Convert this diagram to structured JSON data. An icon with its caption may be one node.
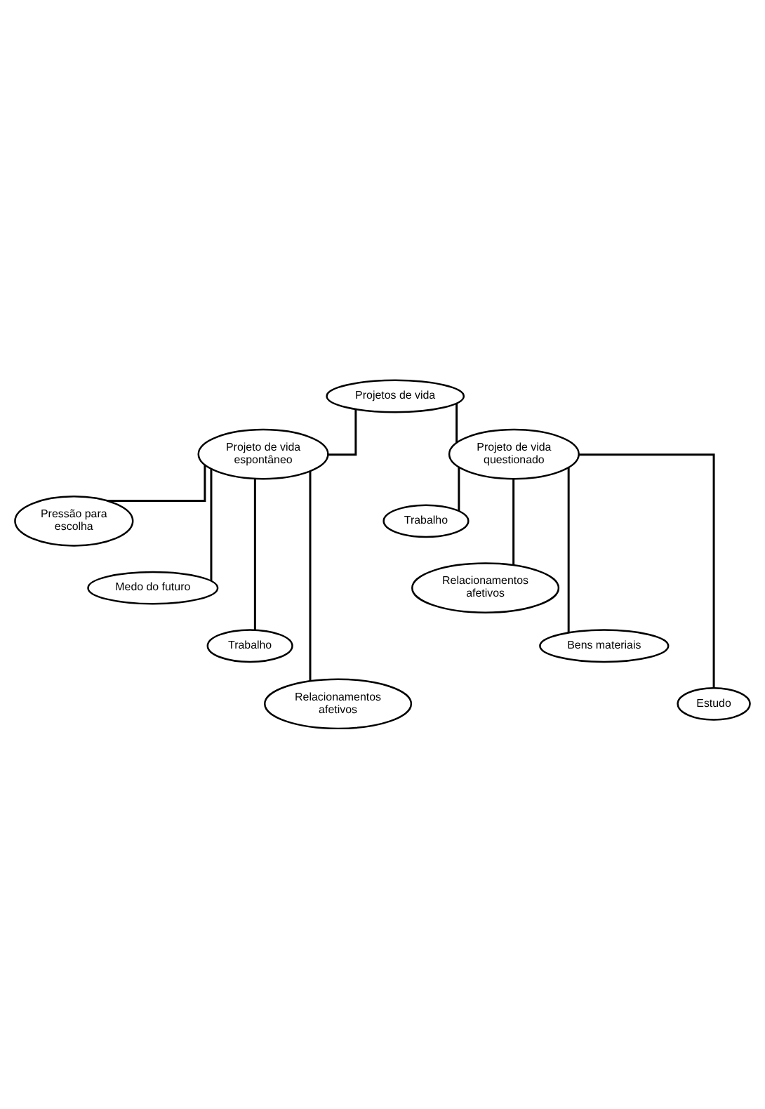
{
  "diagram": {
    "nodes": [
      {
        "text": [
          "Projetos de vida"
        ]
      },
      {
        "text": [
          "Projeto de vida espontâneo"
        ]
      },
      {
        "text": [
          "Projeto de vida questionado"
        ]
      },
      {
        "text": [
          "Pressão para escolha"
        ]
      },
      {
        "text": [
          "Medo do futuro"
        ]
      },
      {
        "text": [
          "Trabalho"
        ]
      },
      {
        "text": [
          "Relacionamentos afetivos"
        ]
      },
      {
        "text": [
          "Trabalho"
        ]
      },
      {
        "text": [
          "Relacionamentos afetivos"
        ]
      },
      {
        "text": [
          "Bens materiais"
        ]
      },
      {
        "text": [
          "Estudo"
        ]
      }
    ],
    "edges": [
      {
        "from": 0,
        "to": 1,
        "arrow": "none"
      },
      {
        "from": 0,
        "to": 2,
        "arrow": "none"
      },
      {
        "from": 1,
        "to": 3,
        "arrow": "none"
      },
      {
        "from": 1,
        "to": 4,
        "arrow": "none"
      },
      {
        "from": 1,
        "to": 5,
        "arrow": "none"
      },
      {
        "from": 1,
        "to": 6,
        "arrow": "none"
      },
      {
        "from": 2,
        "to": 7,
        "arrow": "none"
      },
      {
        "from": 2,
        "to": 8,
        "arrow": "none"
      },
      {
        "from": 2,
        "to": 9,
        "arrow": "none"
      },
      {
        "from": 2,
        "to": 10,
        "arrow": "none"
      }
    ]
  }
}
